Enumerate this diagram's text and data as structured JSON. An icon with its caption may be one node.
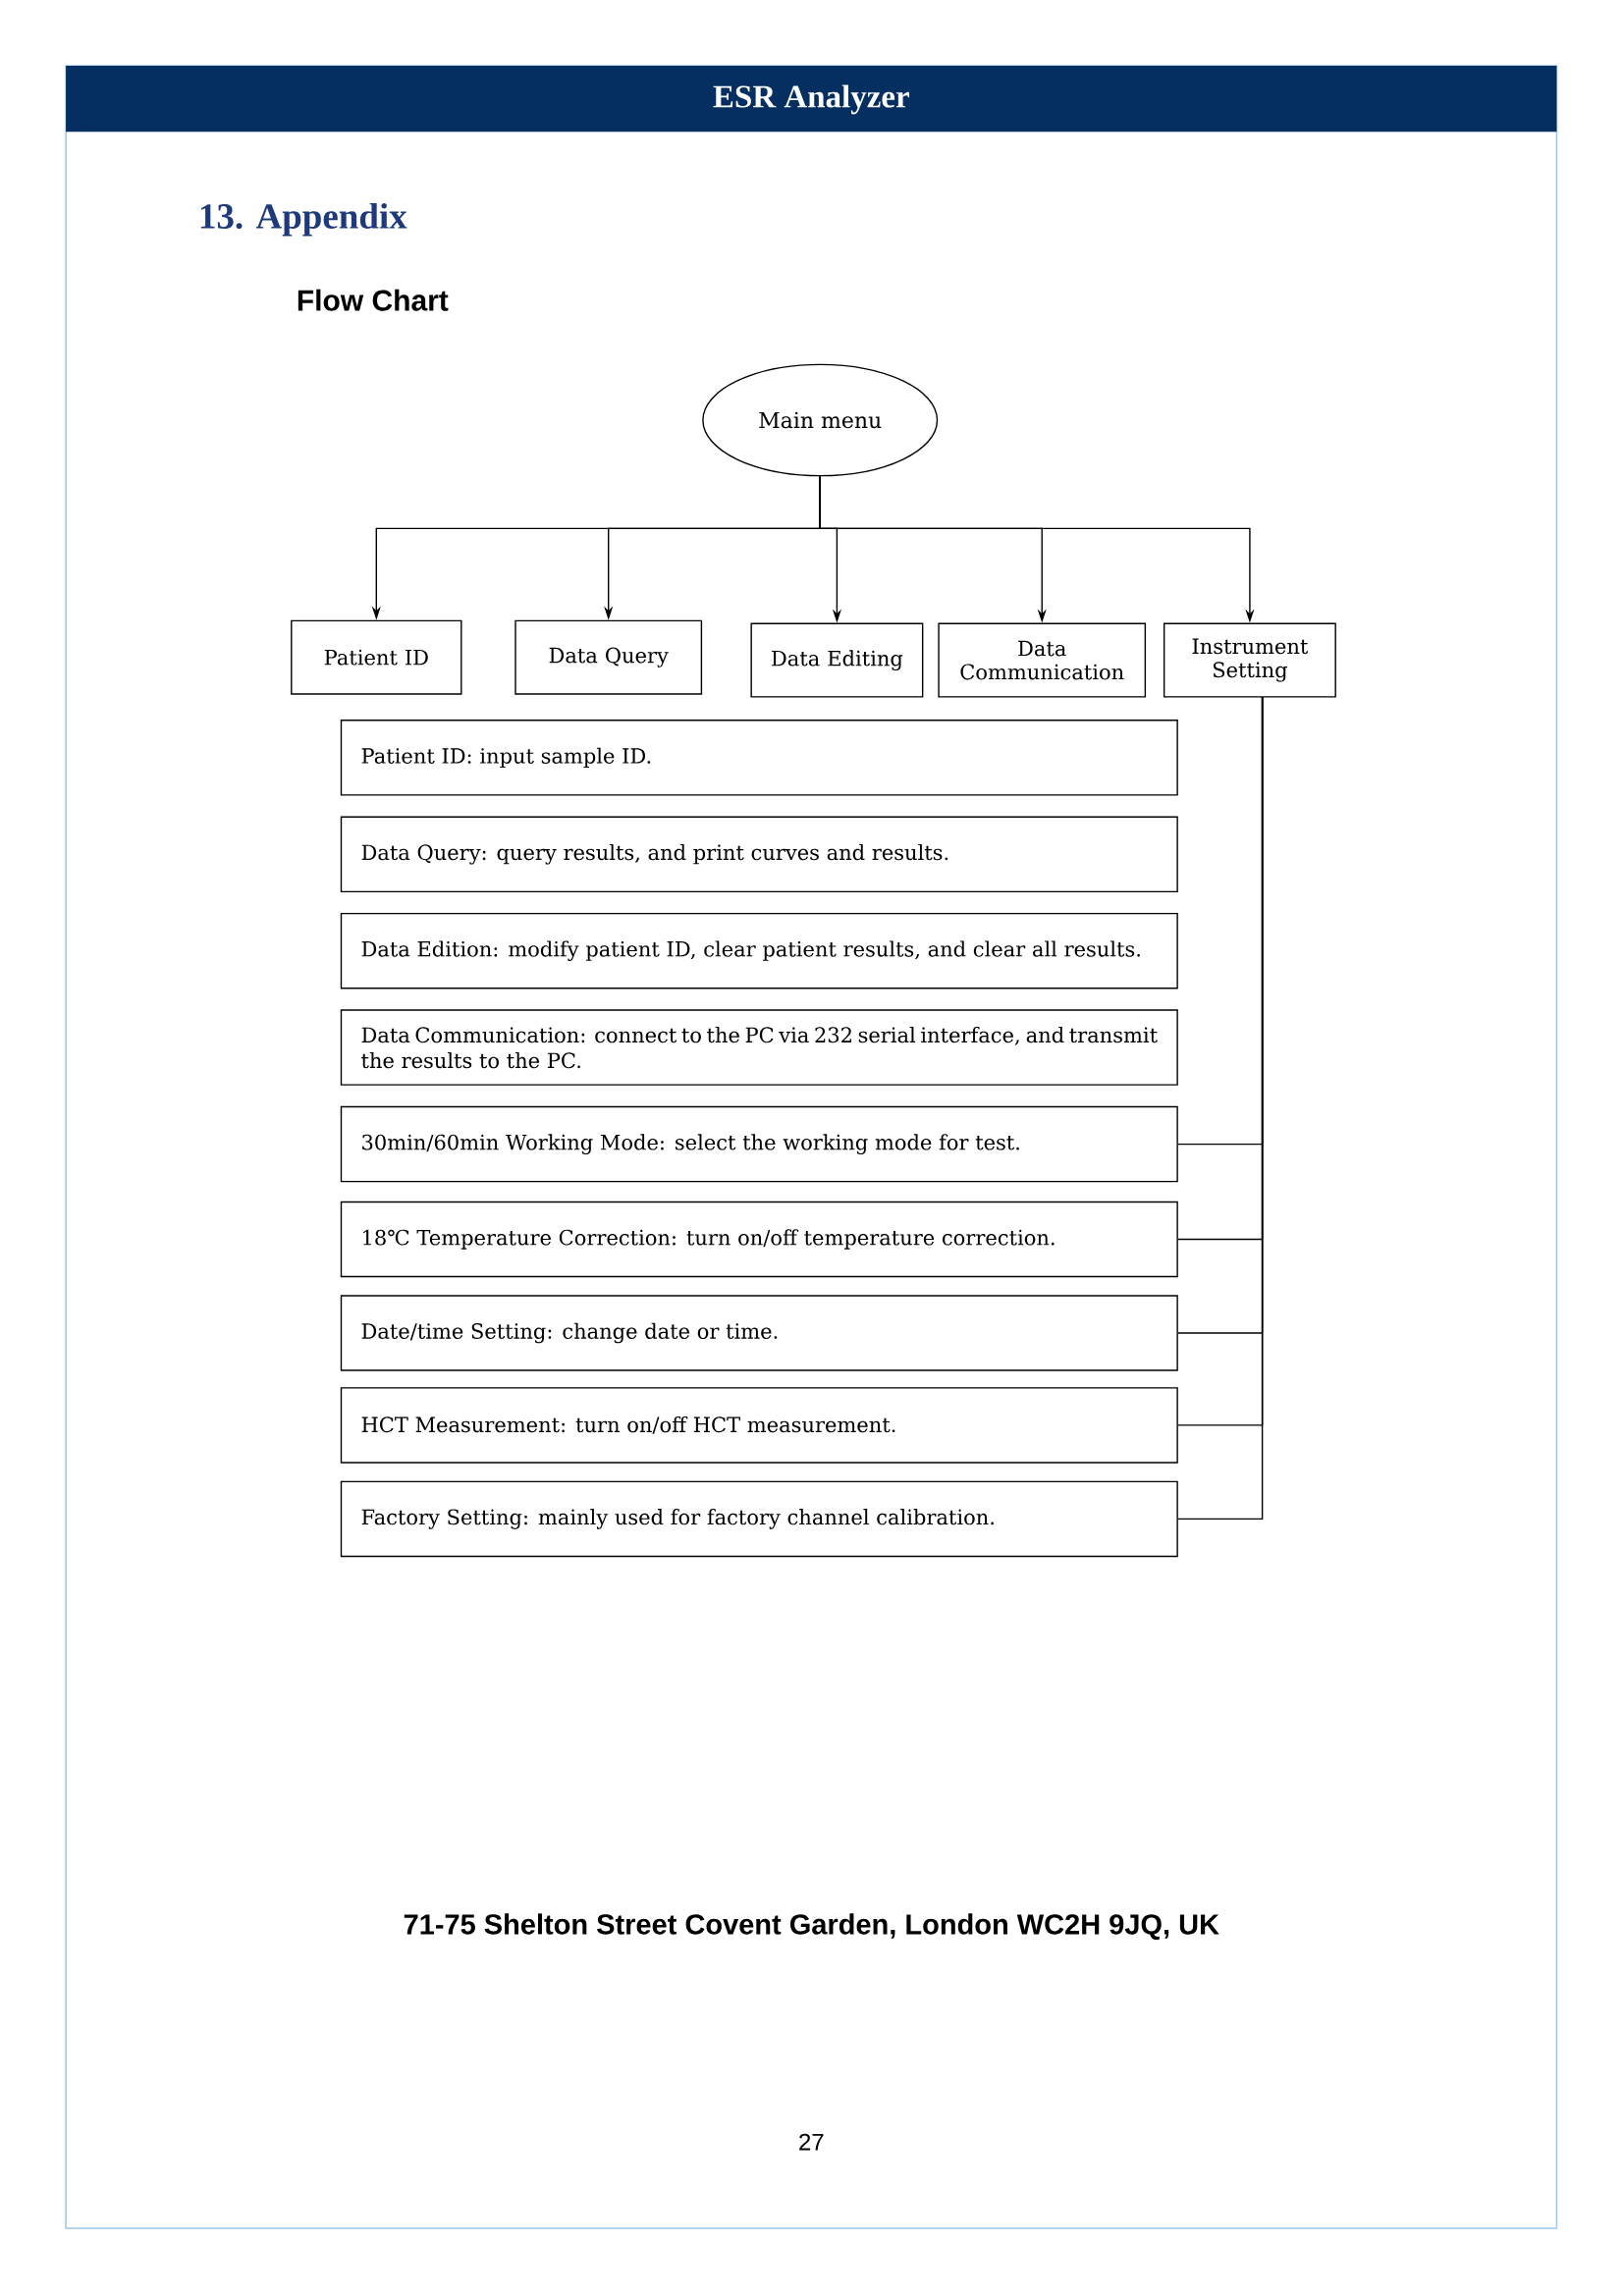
{
  "diagram": {
    "title": "13. Appendix",
    "nodes": [
      {
        "text": [
          "Main menu"
        ]
      },
      {
        "text": [
          "Patient ID"
        ]
      },
      {
        "text": [
          "Data Query"
        ]
      },
      {
        "text": [
          "Data Editing"
        ]
      },
      {
        "text": [
          "Data Communication"
        ]
      },
      {
        "text": [
          "Instrument Setting"
        ]
      },
      {
        "text": [
          "Patient ID: input sample ID."
        ]
      },
      {
        "text": [
          "Data Query: query results, and print curves and results."
        ]
      },
      {
        "text": [
          "Data Edition: modify patient ID, clear patient results, and clear all results."
        ]
      },
      {
        "text": [
          "Data Communication: connect to the PC via 232 serial interface, and transmit the results to the PC."
        ]
      },
      {
        "text": [
          "30min/60min Working Mode: select the working mode for test."
        ]
      },
      {
        "text": [
          "18℃  Temperature Correction: turn on/off temperature correction."
        ]
      },
      {
        "text": [
          "Date/time Setting: change date or time."
        ]
      },
      {
        "text": [
          "HCT Measurement: turn on/off HCT measurement."
        ]
      },
      {
        "text": [
          "Factory Setting: mainly used for factory channel calibration."
        ]
      }
    ],
    "edges": [
      {
        "from": 0,
        "to": 1,
        "arrow": "to"
      },
      {
        "from": 0,
        "to": 2,
        "arrow": "to"
      },
      {
        "from": 0,
        "to": 3,
        "arrow": "to"
      },
      {
        "from": 0,
        "to": 4,
        "arrow": "to"
      },
      {
        "from": 0,
        "to": 5,
        "arrow": "to"
      },
      {
        "from": 5,
        "to": 10,
        "arrow": "none"
      },
      {
        "from": 5,
        "to": 11,
        "arrow": "none"
      },
      {
        "from": 5,
        "to": 12,
        "arrow": "none"
      },
      {
        "from": 5,
        "to": 13,
        "arrow": "none"
      },
      {
        "from": 5,
        "to": 14,
        "arrow": "none"
      }
    ],
    "labels": [
      "ESR Analyzer",
      "Flow Chart",
      "71-75 Shelton Street Covent Garden, London WC2H 9JQ, UK",
      "27"
    ]
  }
}
